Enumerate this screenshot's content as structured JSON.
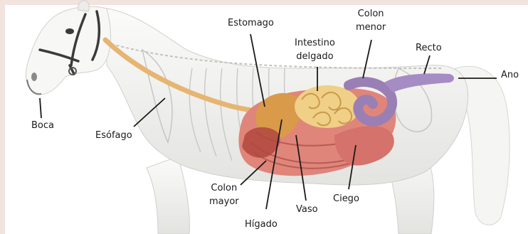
{
  "labels": {
    "boca": "Boca",
    "esofago": "Esófago",
    "estomago": "Estomago",
    "intestino_line1": "Intestino",
    "intestino_line2": "delgado",
    "colon_menor_line1": "Colon",
    "colon_menor_line2": "menor",
    "recto": "Recto",
    "ano": "Ano",
    "colon_mayor_line1": "Colon",
    "colon_mayor_line2": "mayor",
    "higado": "Hígado",
    "vaso": "Vaso",
    "ciego": "Ciego"
  },
  "colors": {
    "background": "#ffffff",
    "frame": "#f3e3df",
    "horse": "#f1f1ef",
    "esophagus": "#e6b572",
    "stomach": "#d99a4a",
    "small_intestine": "#f0cf86",
    "small_colon": "#9a7fb4",
    "rectum": "#a58cc4",
    "large_colon": "#e0857a",
    "cecum": "#d4726b",
    "leader_line": "#1a1a1a"
  }
}
